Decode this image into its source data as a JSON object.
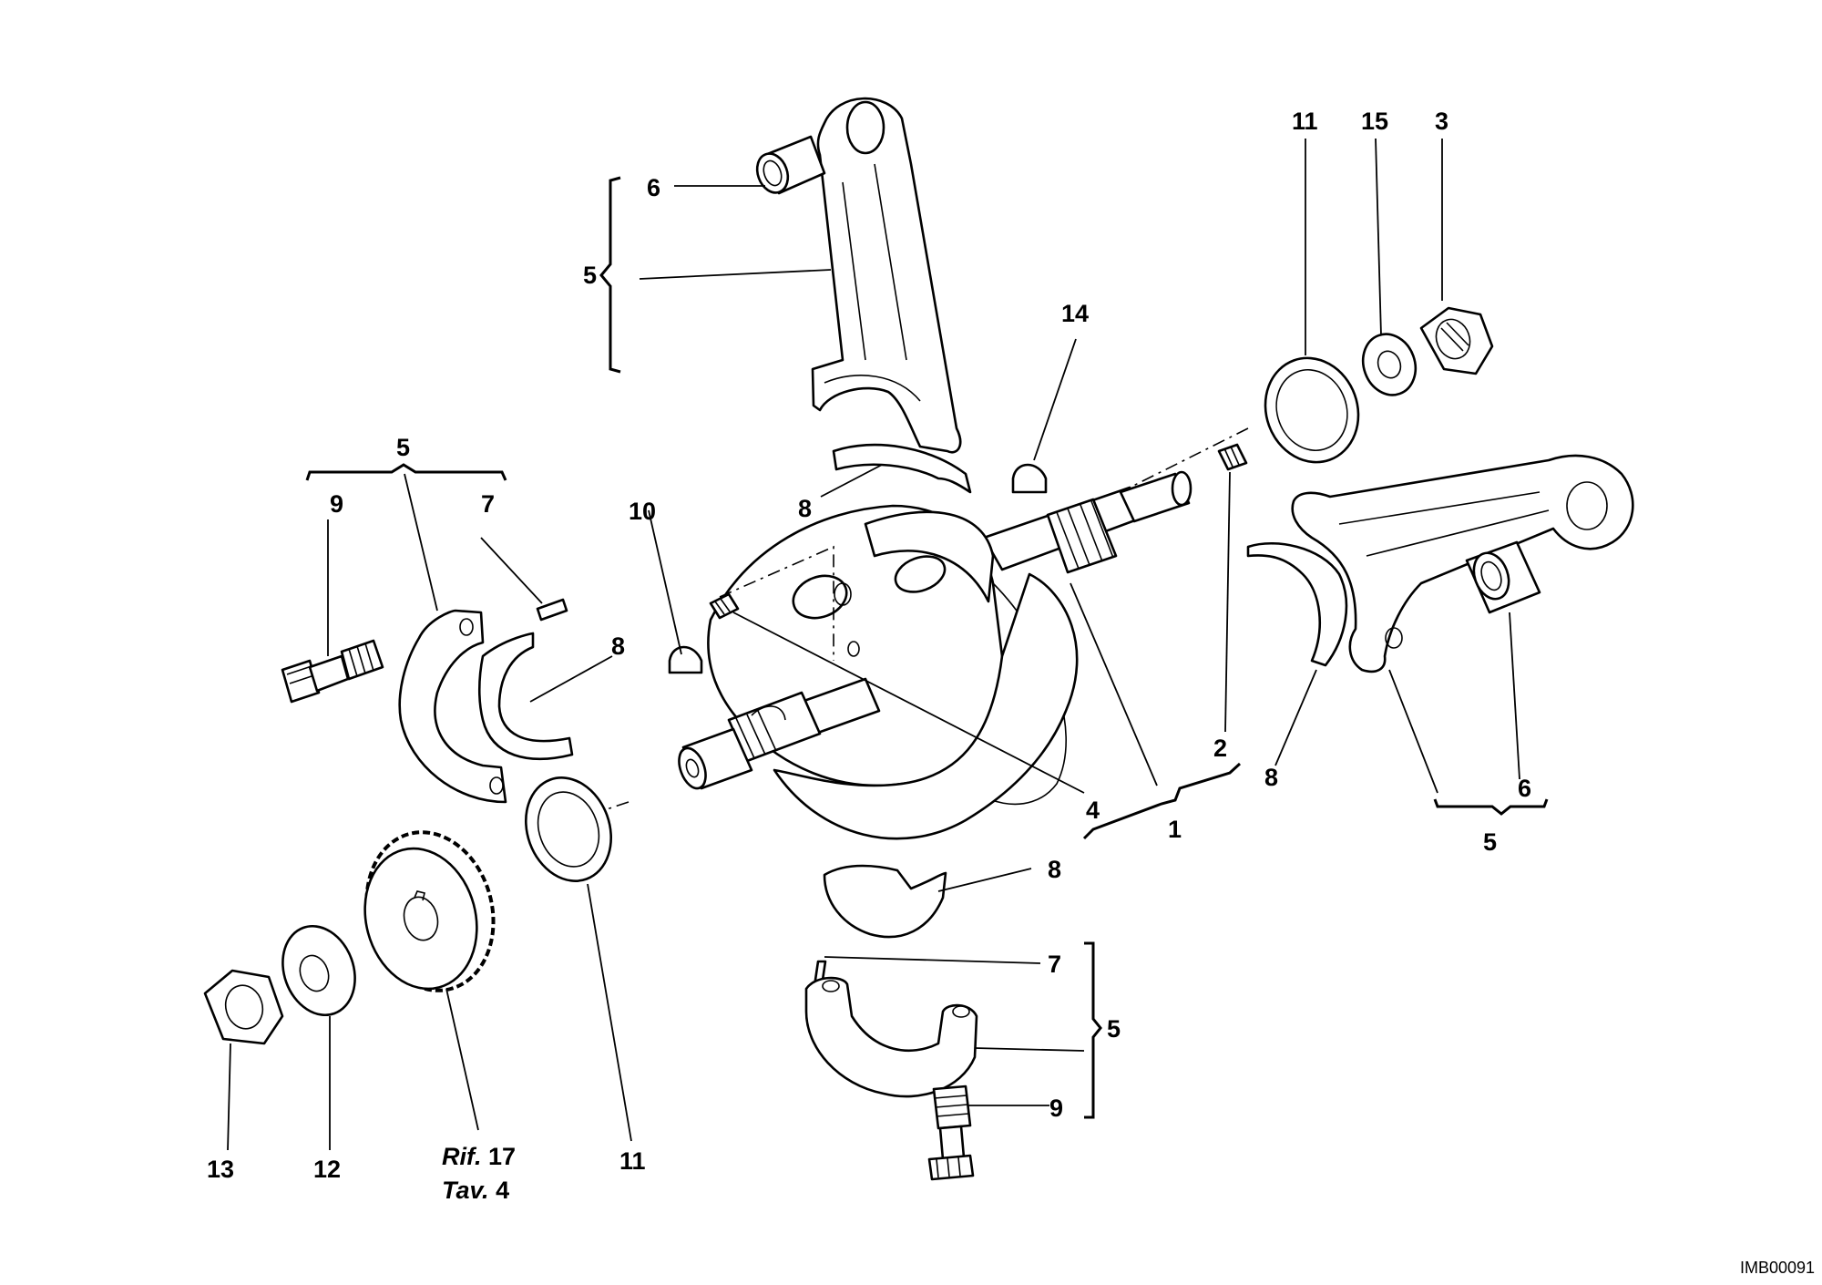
{
  "diagram": {
    "labels": {
      "l_6_top": "6",
      "l_5_top": "5",
      "l_14": "14",
      "l_11_top": "11",
      "l_15": "15",
      "l_3": "3",
      "l_5_left": "5",
      "l_9_left": "9",
      "l_7_left": "7",
      "l_8_left": "8",
      "l_10": "10",
      "l_8_top": "8",
      "l_2": "2",
      "l_4": "4",
      "l_1": "1",
      "l_8_right": "8",
      "l_6_right": "6",
      "l_5_right": "5",
      "l_8_bottom": "8",
      "l_7_bottom": "7",
      "l_5_bottom": "5",
      "l_9_bottom": "9",
      "l_13": "13",
      "l_12": "12",
      "l_11_bottom": "11"
    },
    "reference": {
      "line1_word": "Rif.",
      "line1_num": "17",
      "line2_word": "Tav.",
      "line2_num": "4"
    },
    "drawing_code": "IMB00091"
  }
}
